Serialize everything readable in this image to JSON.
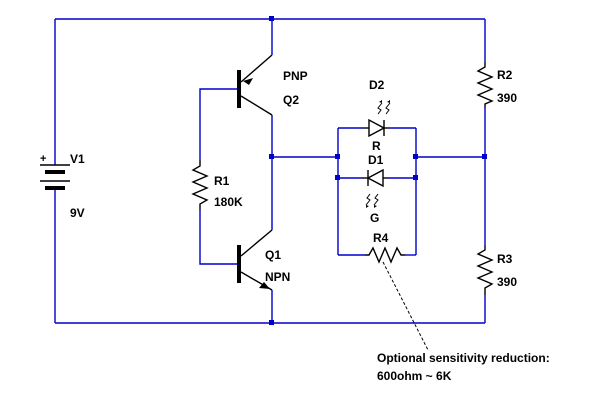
{
  "colors": {
    "wire": "#0000cc",
    "component": "#000000",
    "background": "#ffffff"
  },
  "components": {
    "v1": {
      "ref": "V1",
      "value": "9V"
    },
    "q2": {
      "type": "PNP",
      "ref": "Q2"
    },
    "q1": {
      "ref": "Q1",
      "type": "NPN"
    },
    "r1": {
      "ref": "R1",
      "value": "180K"
    },
    "r2": {
      "ref": "R2",
      "value": "390"
    },
    "r3": {
      "ref": "R3",
      "value": "390"
    },
    "d2": {
      "ref": "D2",
      "color": "R"
    },
    "d1": {
      "ref": "D1",
      "color": "G"
    },
    "r4": {
      "ref": "R4"
    }
  },
  "note": {
    "line1": "Optional sensitivity reduction:",
    "line2": "600ohm ~ 6K"
  }
}
